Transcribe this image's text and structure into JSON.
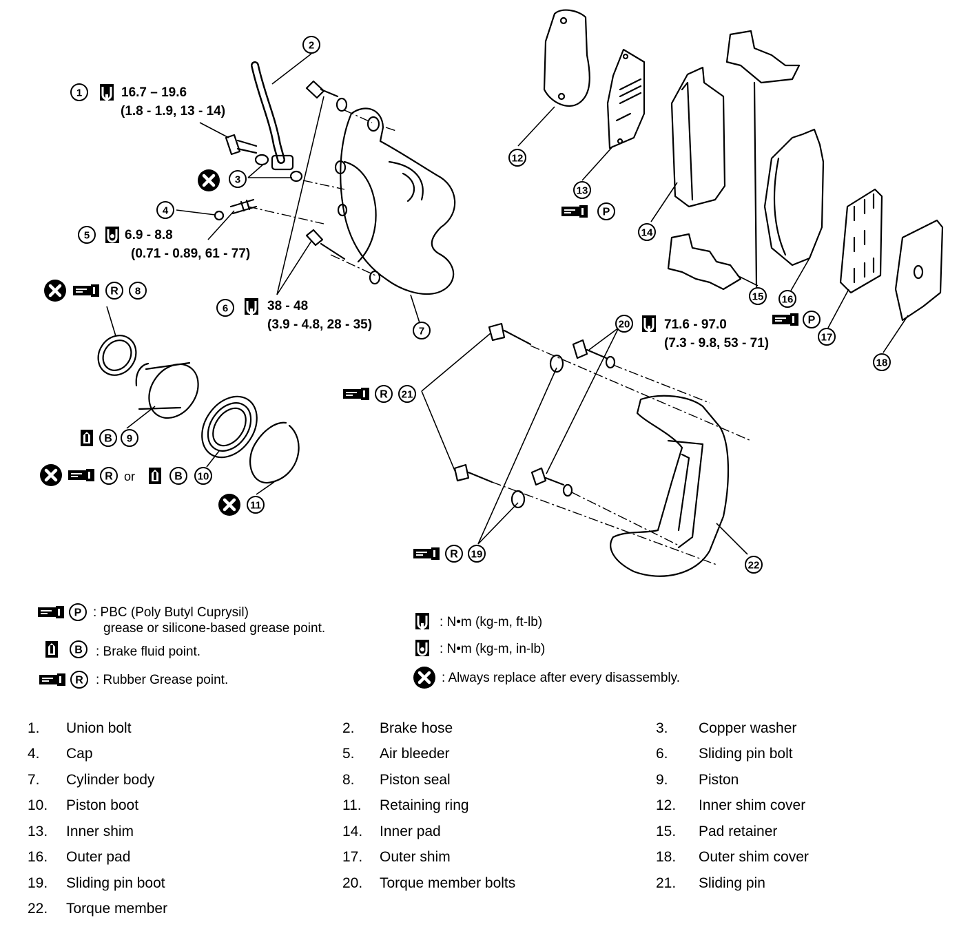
{
  "callouts": {
    "c1": {
      "num": "1",
      "torque": "16.7 – 19.6",
      "sub": "(1.8 - 1.9, 13 - 14)"
    },
    "c5": {
      "num": "5",
      "torque": "6.9 - 8.8",
      "sub": "(0.71 - 0.89, 61 - 77)"
    },
    "c6": {
      "num": "6",
      "torque": "38 - 48",
      "sub": "(3.9 - 4.8, 28 - 35)"
    },
    "c20": {
      "num": "20",
      "torque": "71.6 - 97.0",
      "sub": "(7.3 - 9.8, 53 - 71)"
    },
    "numbers": [
      "2",
      "3",
      "4",
      "7",
      "8",
      "9",
      "10",
      "11",
      "12",
      "13",
      "14",
      "15",
      "16",
      "17",
      "18",
      "19",
      "21",
      "22"
    ],
    "or_text": "or"
  },
  "symbol_letters": {
    "pbc": "P",
    "brake": "B",
    "rubber": "R"
  },
  "legend": {
    "pbc_line1": ": PBC (Poly Butyl Cuprysil)",
    "pbc_line2": "grease or silicone-based grease point.",
    "brake": ": Brake fluid point.",
    "rubber": ": Rubber Grease point.",
    "torque_ft": ":  N•m  (kg-m,  ft-lb)",
    "torque_in": ":  N•m  (kg-m,  in-lb)",
    "replace": ": Always replace after every disassembly."
  },
  "parts": [
    {
      "num": "1.",
      "name": "Union bolt"
    },
    {
      "num": "2.",
      "name": "Brake hose"
    },
    {
      "num": "3.",
      "name": "Copper washer"
    },
    {
      "num": "4.",
      "name": "Cap"
    },
    {
      "num": "5.",
      "name": "Air bleeder"
    },
    {
      "num": "6.",
      "name": "Sliding pin bolt"
    },
    {
      "num": "7.",
      "name": "Cylinder body"
    },
    {
      "num": "8.",
      "name": "Piston seal"
    },
    {
      "num": "9.",
      "name": "Piston"
    },
    {
      "num": "10.",
      "name": "Piston boot"
    },
    {
      "num": "11.",
      "name": "Retaining ring"
    },
    {
      "num": "12.",
      "name": "Inner shim cover"
    },
    {
      "num": "13.",
      "name": "Inner shim"
    },
    {
      "num": "14.",
      "name": "Inner pad"
    },
    {
      "num": "15.",
      "name": "Pad retainer"
    },
    {
      "num": "16.",
      "name": "Outer pad"
    },
    {
      "num": "17.",
      "name": "Outer shim"
    },
    {
      "num": "18.",
      "name": "Outer shim cover"
    },
    {
      "num": "19.",
      "name": "Sliding pin boot"
    },
    {
      "num": "20.",
      "name": "Torque member bolts"
    },
    {
      "num": "21.",
      "name": "Sliding pin"
    },
    {
      "num": "22.",
      "name": "Torque member"
    }
  ]
}
